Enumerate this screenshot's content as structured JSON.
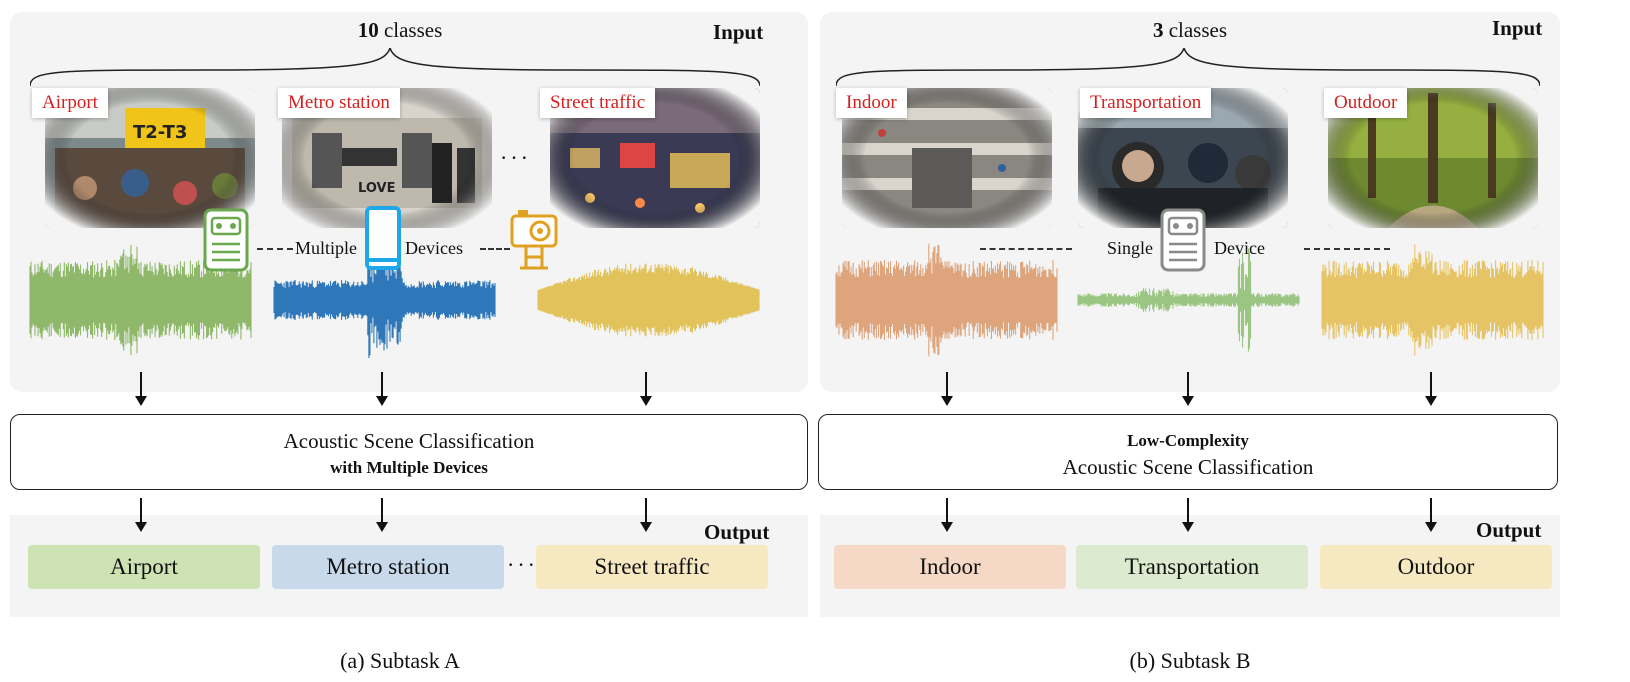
{
  "panel_a": {
    "input_tag": "Input",
    "output_tag": "Output",
    "classes_count": "10",
    "classes_word": "classes",
    "scenes": [
      {
        "label": "Airport",
        "color": "#8fb86a"
      },
      {
        "label": "Metro station",
        "color": "#2e77b8"
      },
      {
        "label": "Street traffic",
        "color": "#e2c25a"
      }
    ],
    "scene_ellipsis": "···",
    "device_left": "Multiple",
    "device_right": "Devices",
    "icons": [
      "recorder-icon",
      "smartphone-icon",
      "action-camera-icon"
    ],
    "classifier_line1": "Acoustic Scene Classification",
    "classifier_line2": "with Multiple Devices",
    "outputs": [
      {
        "label": "Airport",
        "bg": "#cde3b3"
      },
      {
        "label": "Metro station",
        "bg": "#c7d9ea"
      },
      {
        "label": "Street traffic",
        "bg": "#f6e9c2"
      }
    ],
    "output_ellipsis": "···",
    "caption": "(a) Subtask A"
  },
  "panel_b": {
    "input_tag": "Input",
    "output_tag": "Output",
    "classes_count": "3",
    "classes_word": "classes",
    "scenes": [
      {
        "label": "Indoor",
        "color": "#dea47c"
      },
      {
        "label": "Transportation",
        "color": "#9bc582"
      },
      {
        "label": "Outdoor",
        "color": "#e6c465"
      }
    ],
    "device_left": "Single",
    "device_right": "Device",
    "icons": [
      "recorder-icon"
    ],
    "classifier_line1": "Low-Complexity",
    "classifier_line2": "Acoustic Scene Classification",
    "outputs": [
      {
        "label": "Indoor",
        "bg": "#f6d8c6"
      },
      {
        "label": "Transportation",
        "bg": "#dcebd0"
      },
      {
        "label": "Outdoor",
        "bg": "#f6e9c2"
      }
    ],
    "caption": "(b) Subtask B"
  }
}
